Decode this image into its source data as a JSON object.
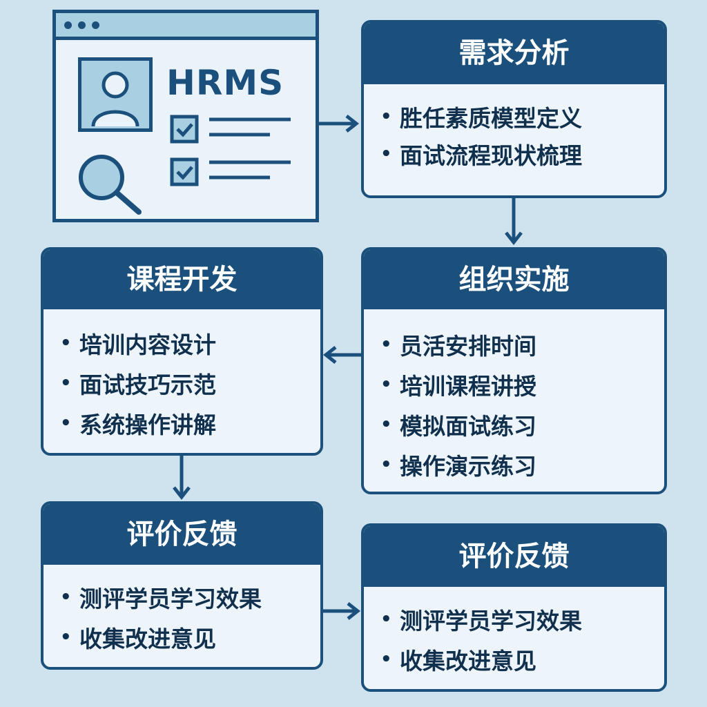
{
  "hrms": {
    "title": "HRMS"
  },
  "cards": {
    "needs_analysis": {
      "title": "需求分析",
      "items": [
        "胜任素质模型定义",
        "面试流程现状梳理"
      ]
    },
    "organize_implement": {
      "title": "组织实施",
      "items": [
        "员活安排时间",
        "培训课程讲授",
        "模拟面试练习",
        "操作演示练习"
      ]
    },
    "course_development": {
      "title": "课程开发",
      "items": [
        "培训内容设计",
        "面试技巧示范",
        "系统操作讲解"
      ]
    },
    "evaluation_left": {
      "title": "评价反馈",
      "items": [
        "测评学员学习效果",
        "收集改进意见"
      ]
    },
    "evaluation_right": {
      "title": "评价反馈",
      "items": [
        "测评学员学习效果",
        "收集改进意见"
      ]
    }
  },
  "colors": {
    "background": "#cfe3ef",
    "primary": "#1c507c",
    "card_body": "#eef5fa",
    "accent_light": "#a9cfe3"
  }
}
